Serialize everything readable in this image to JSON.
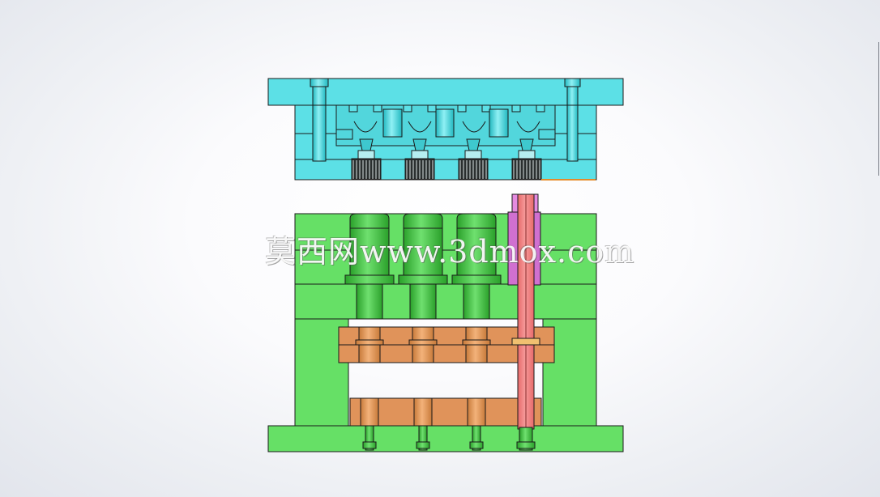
{
  "watermark": {
    "text": "莫西网www.3dmox.com"
  },
  "colors": {
    "background": "#f4f5f8",
    "fixed_half": "#5ce0e6",
    "moving_half": "#66e066",
    "core_pin": "#2aa02a",
    "ejector_plate": "#e0935a",
    "ejector_pin": "#c87a3a",
    "sprue_bushing": "#e86a6a",
    "support_pillar": "#d070d0",
    "outline": "#1a1a1a"
  },
  "parts": [
    "top-clamp-plate-icon",
    "cavity-plate-icon",
    "guide-pin-icon",
    "runner-icon",
    "molded-gear-part-icon",
    "core-plate-icon",
    "core-insert-icon",
    "sprue-puller-icon",
    "spacer-block-icon",
    "ejector-retainer-plate-icon",
    "ejector-plate-icon",
    "ejector-pin-icon",
    "bottom-clamp-plate-icon"
  ],
  "counts": {
    "cavities": 4,
    "core_inserts": 3
  }
}
